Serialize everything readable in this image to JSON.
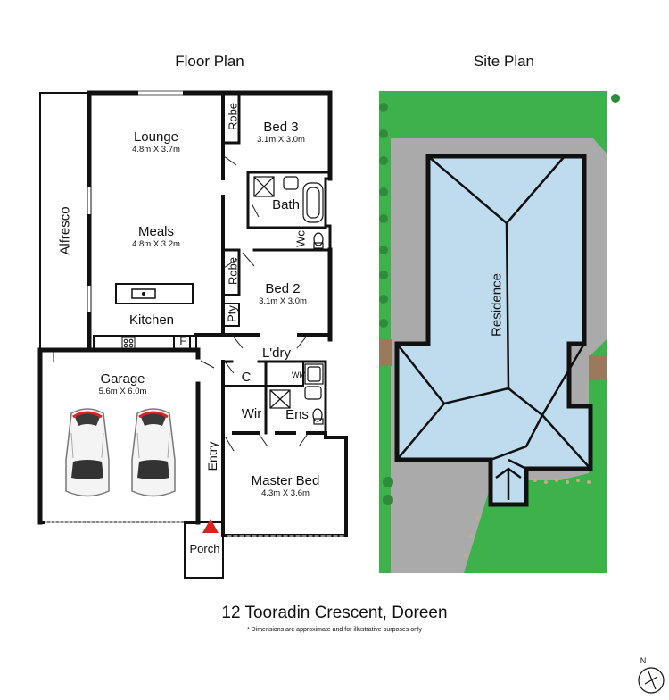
{
  "headings": {
    "floor_plan": "Floor Plan",
    "site_plan": "Site Plan"
  },
  "rooms": {
    "lounge": {
      "name": "Lounge",
      "dims": "4.8m X 3.7m"
    },
    "meals": {
      "name": "Meals",
      "dims": "4.8m X 3.2m"
    },
    "kitchen": {
      "name": "Kitchen"
    },
    "alfresco": {
      "name": "Alfresco"
    },
    "bed3": {
      "name": "Bed 3",
      "dims": "3.1m X 3.0m"
    },
    "bath": {
      "name": "Bath"
    },
    "wc": {
      "name": "Wc"
    },
    "bed2": {
      "name": "Bed 2",
      "dims": "3.1m X 3.0m"
    },
    "robe_top": {
      "name": "Robe"
    },
    "robe_mid": {
      "name": "Robe"
    },
    "pty": {
      "name": "Pty"
    },
    "ldry": {
      "name": "L'dry"
    },
    "c": {
      "name": "C"
    },
    "wm": {
      "name": "WM"
    },
    "f": {
      "name": "F"
    },
    "wir": {
      "name": "Wir"
    },
    "ens": {
      "name": "Ens"
    },
    "garage": {
      "name": "Garage",
      "dims": "5.6m X 6.0m"
    },
    "entry": {
      "name": "Entry"
    },
    "master": {
      "name": "Master Bed",
      "dims": "4.3m X 3.6m"
    },
    "porch": {
      "name": "Porch"
    }
  },
  "site": {
    "residence_label": "Residence"
  },
  "address": "12 Tooradin Crescent, Doreen",
  "disclaimer": "* Dimensions are approximate and for illustrative purposes only",
  "compass": {
    "label": "N"
  },
  "colors": {
    "lawn": "#3db14a",
    "concrete": "#aaaaaa",
    "roof": "#bfdcef",
    "wall": "#111111",
    "entry_marker": "#e02020"
  }
}
